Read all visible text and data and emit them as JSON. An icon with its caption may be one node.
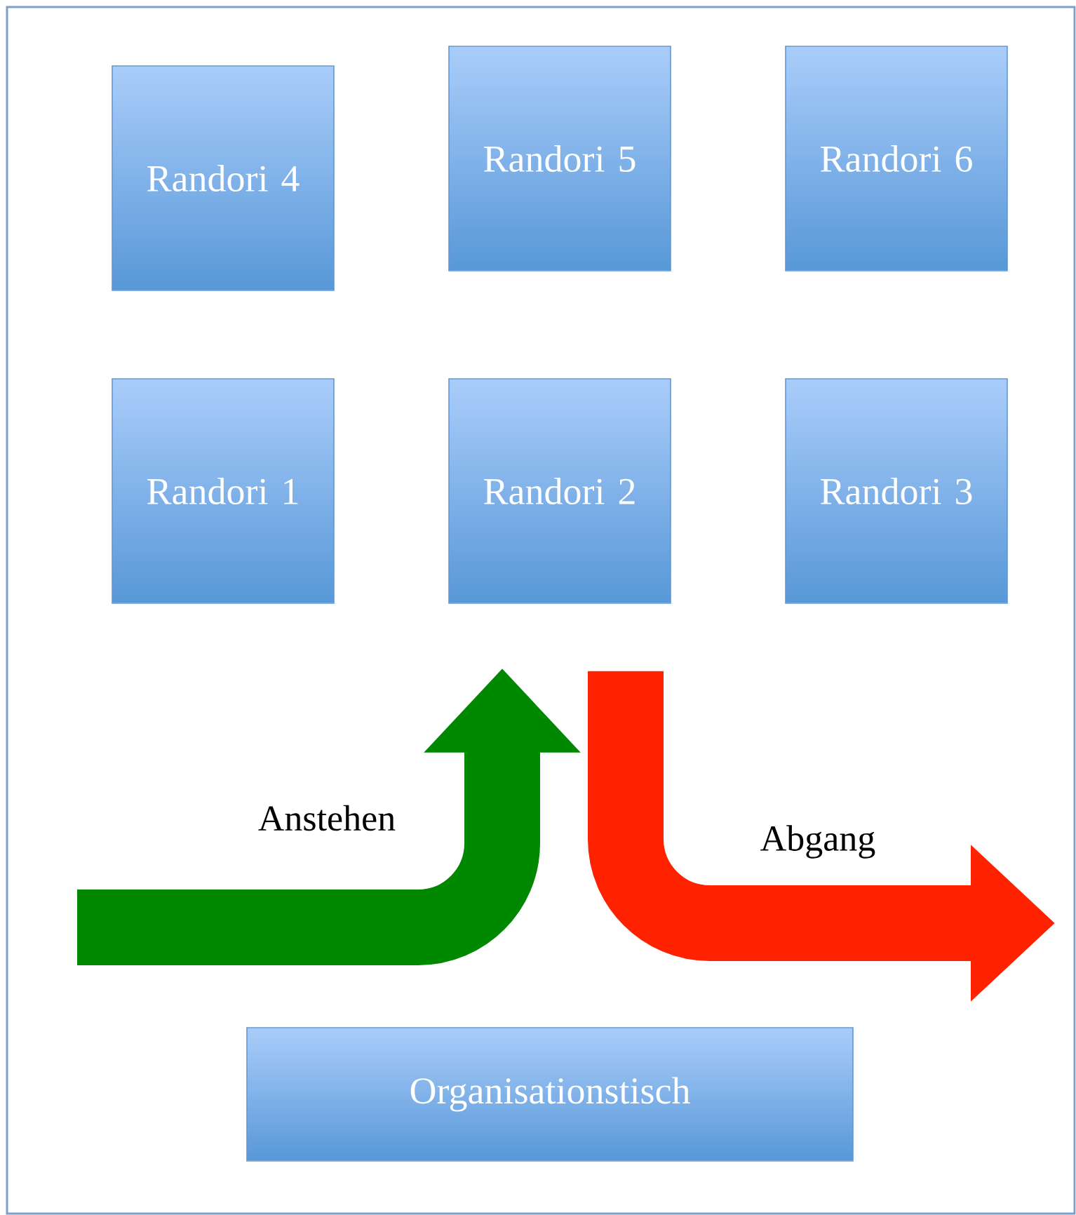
{
  "diagram": {
    "nodes": [
      {
        "text": [
          "Randori 4"
        ]
      },
      {
        "text": [
          "Randori 5"
        ]
      },
      {
        "text": [
          "Randori 6"
        ]
      },
      {
        "text": [
          "Randori 1"
        ]
      },
      {
        "text": [
          "Randori 2"
        ]
      },
      {
        "text": [
          "Randori 3"
        ]
      },
      {
        "text": [
          "Organisationstisch"
        ]
      }
    ],
    "edges": [
      {
        "from": null,
        "to": 4,
        "arrow": "to",
        "label": "Anstehen",
        "color": "#008800"
      },
      {
        "from": 4,
        "to": null,
        "arrow": "to",
        "label": "Abgang",
        "color": "#ff2200"
      }
    ]
  }
}
